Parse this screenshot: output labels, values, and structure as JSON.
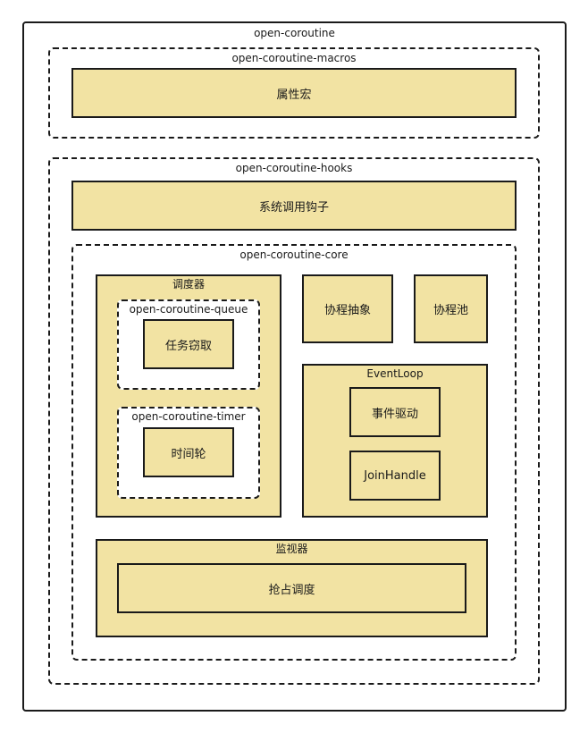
{
  "diagram": {
    "root_title": "open-coroutine",
    "macros": {
      "title": "open-coroutine-macros",
      "block": "属性宏"
    },
    "hooks": {
      "title": "open-coroutine-hooks",
      "block": "系统调用钩子",
      "core": {
        "title": "open-coroutine-core",
        "scheduler": {
          "title": "调度器",
          "queue": {
            "title": "open-coroutine-queue",
            "block": "任务窃取"
          },
          "timer": {
            "title": "open-coroutine-timer",
            "block": "时间轮"
          }
        },
        "coroutine_abstraction": "协程抽象",
        "coroutine_pool": "协程池",
        "event_loop": {
          "title": "EventLoop",
          "event_driven": "事件驱动",
          "join_handle": "JoinHandle"
        },
        "monitor": {
          "title": "监视器",
          "preemptive": "抢占调度"
        }
      }
    }
  }
}
